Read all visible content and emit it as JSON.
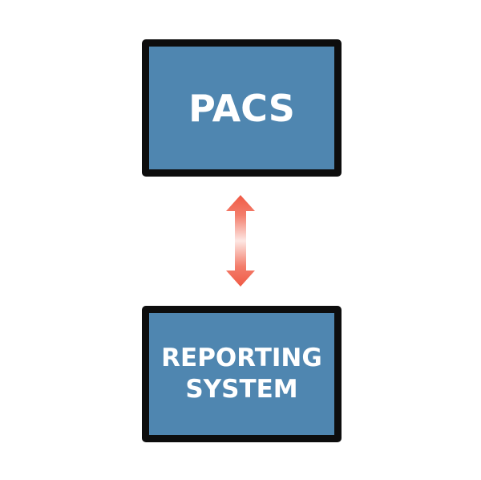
{
  "diagram": {
    "top_box": {
      "label": "PACS"
    },
    "bottom_box": {
      "line1": "REPORTING",
      "line2": "SYSTEM"
    },
    "connector": {
      "type": "bidirectional-arrow",
      "color": "#f05a45"
    },
    "colors": {
      "box_fill": "#4f86b0",
      "box_border": "#0d0d0d",
      "text": "#ffffff"
    }
  }
}
